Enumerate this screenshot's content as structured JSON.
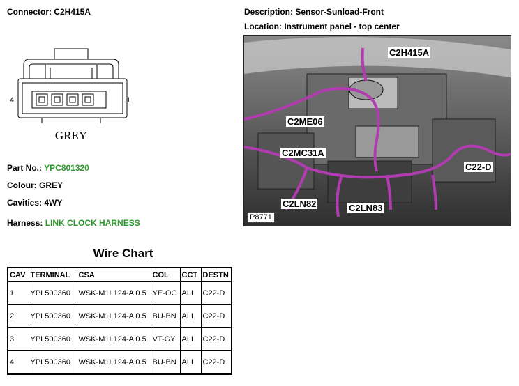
{
  "connector": {
    "label": "Connector: C2H415A",
    "pin_left": "4",
    "pin_right": "1",
    "colour_caption": "GREY"
  },
  "description": "Description: Sensor-Sunload-Front",
  "location": "Location: Instrument panel - top center",
  "details": {
    "part_no_label": "Part No.:",
    "part_no": "YPC801320",
    "colour": "Colour: GREY",
    "cavities": "Cavities: 4WY",
    "harness_label": "Harness:",
    "harness": "LINK CLOCK HARNESS"
  },
  "photo": {
    "callouts": [
      "C2H415A",
      "C2ME06",
      "C2MC31A",
      "C22-D",
      "C2LN82",
      "C2LN83"
    ],
    "picture_number": "P8771",
    "wire_color": "#b03cb0"
  },
  "wire_chart": {
    "title": "Wire Chart",
    "headers": [
      "CAV",
      "TERMINAL",
      "CSA",
      "COL",
      "CCT",
      "DESTN"
    ],
    "rows": [
      [
        "1",
        "YPL500360",
        "WSK-M1L124-A 0.5",
        "YE-OG",
        "ALL",
        "C22-D"
      ],
      [
        "2",
        "YPL500360",
        "WSK-M1L124-A 0.5",
        "BU-BN",
        "ALL",
        "C22-D"
      ],
      [
        "3",
        "YPL500360",
        "WSK-M1L124-A 0.5",
        "VT-GY",
        "ALL",
        "C22-D"
      ],
      [
        "4",
        "YPL500360",
        "WSK-M1L124-A 0.5",
        "BU-BN",
        "ALL",
        "C22-D"
      ]
    ]
  }
}
